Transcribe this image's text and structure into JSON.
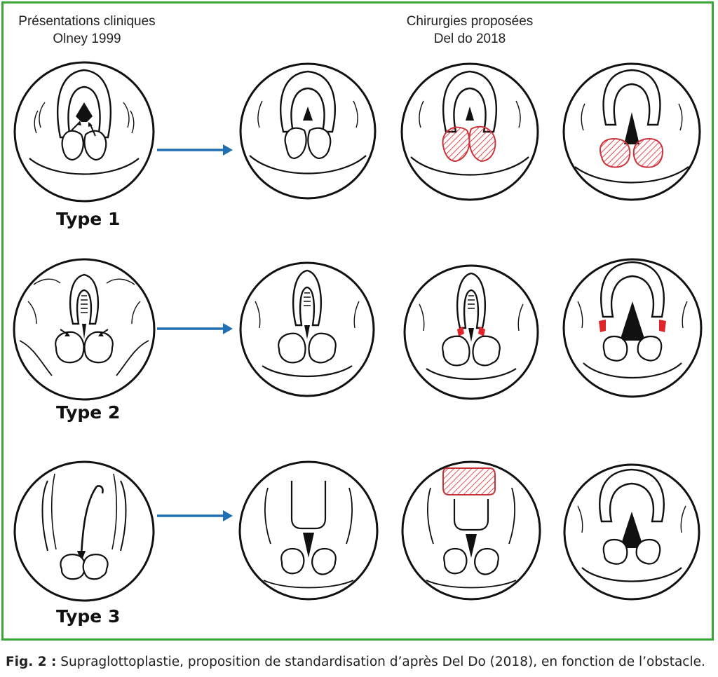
{
  "headers": {
    "left_line1": "Présentations cliniques",
    "left_line2": "Olney 1999",
    "right_line1": "Chirurgies proposées",
    "right_line2": "Del do 2018"
  },
  "rows": [
    {
      "label": "Type 1"
    },
    {
      "label": "Type 2"
    },
    {
      "label": "Type 3"
    }
  ],
  "caption": {
    "prefix": "Fig. 2 :",
    "text": " Supraglottoplastie, proposition de standardisation d’après Del Do (2018), en fonction de l’obstacle."
  },
  "colors": {
    "border": "#3aa63a",
    "arrow": "#1f6fb5",
    "resection": "#e0242a",
    "line": "#1a1a1a"
  }
}
